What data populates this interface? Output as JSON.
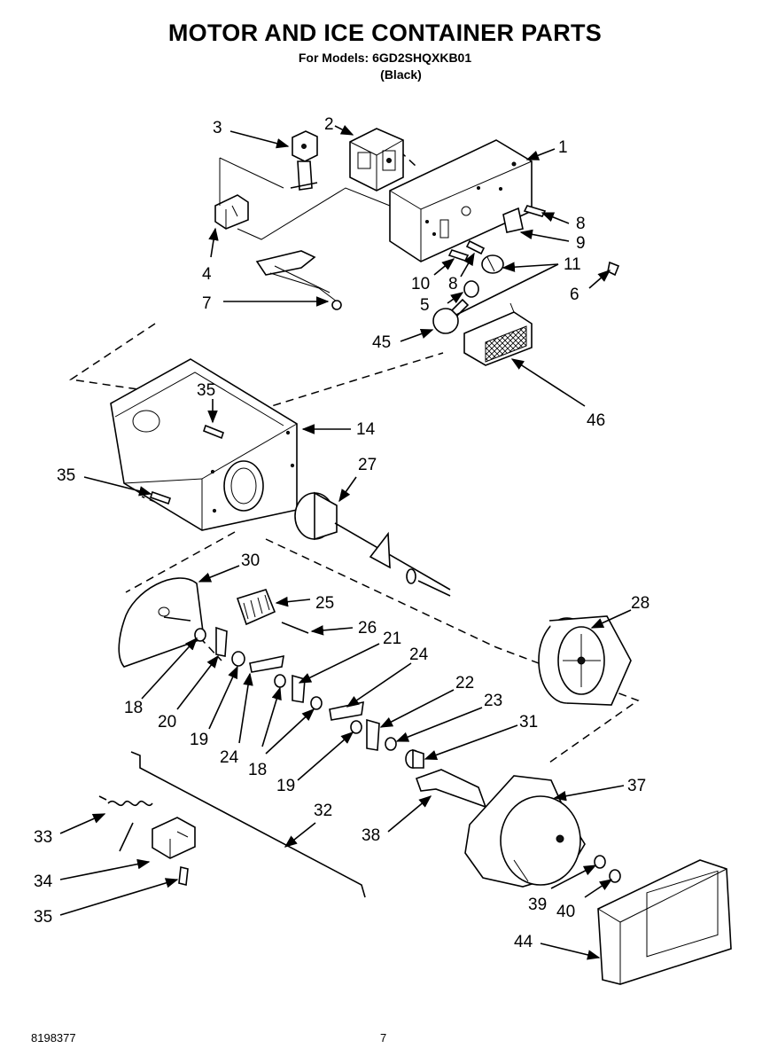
{
  "header": {
    "title": "MOTOR AND ICE CONTAINER PARTS",
    "models": "For Models: 6GD2SHQXKB01",
    "color": "(Black)"
  },
  "footer": {
    "doc_number": "8198377",
    "page_number": "7"
  },
  "callouts": {
    "c1": "1",
    "c2": "2",
    "c3": "3",
    "c4": "4",
    "c5": "5",
    "c6": "6",
    "c7": "7",
    "c8a": "8",
    "c8b": "8",
    "c9": "9",
    "c10": "10",
    "c11": "11",
    "c14": "14",
    "c18a": "18",
    "c18b": "18",
    "c19a": "19",
    "c19b": "19",
    "c20": "20",
    "c21": "21",
    "c22": "22",
    "c23": "23",
    "c24a": "24",
    "c24b": "24",
    "c25": "25",
    "c26": "26",
    "c27": "27",
    "c28": "28",
    "c30": "30",
    "c31": "31",
    "c32": "32",
    "c33": "33",
    "c34": "34",
    "c35a": "35",
    "c35b": "35",
    "c35c": "35",
    "c37": "37",
    "c38": "38",
    "c39": "39",
    "c40": "40",
    "c44": "44",
    "c45": "45",
    "c46": "46"
  }
}
